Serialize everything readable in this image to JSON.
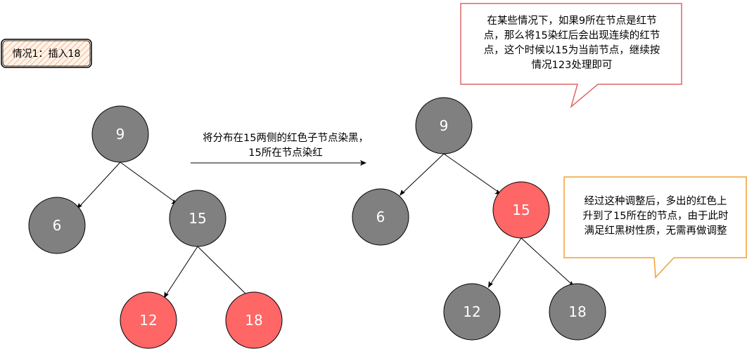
{
  "case_label": "情况1：插入18",
  "transform_label": [
    "将分布在15两侧的红色子节点染黑，",
    "15所在节点染红"
  ],
  "callout_top": [
    "在某些情况下，如果9所在节点是红节",
    "点，那么将15染红后会出现连续的红节",
    "点，这个时候以15为当前节点，继续按",
    "情况123处理即可"
  ],
  "callout_bottom": [
    "经过这种调整后，多出的红色上",
    "升到了15所在的节点，由于此时",
    "满足红黑树性质，无需再做调整"
  ],
  "colors": {
    "black_node": "#808080",
    "red_node": "#ff6666",
    "callout_top_border": "#e06666",
    "callout_bottom_border": "#f0a030",
    "case_fill": "#f8c9a8"
  },
  "trees": {
    "before": {
      "nodes": [
        {
          "id": "n9",
          "label": "9",
          "color": "black"
        },
        {
          "id": "n6",
          "label": "6",
          "color": "black"
        },
        {
          "id": "n15",
          "label": "15",
          "color": "black"
        },
        {
          "id": "n12",
          "label": "12",
          "color": "red"
        },
        {
          "id": "n18",
          "label": "18",
          "color": "red"
        }
      ]
    },
    "after": {
      "nodes": [
        {
          "id": "n9",
          "label": "9",
          "color": "black"
        },
        {
          "id": "n6",
          "label": "6",
          "color": "black"
        },
        {
          "id": "n15",
          "label": "15",
          "color": "red"
        },
        {
          "id": "n12",
          "label": "12",
          "color": "black"
        },
        {
          "id": "n18",
          "label": "18",
          "color": "black"
        }
      ]
    }
  }
}
